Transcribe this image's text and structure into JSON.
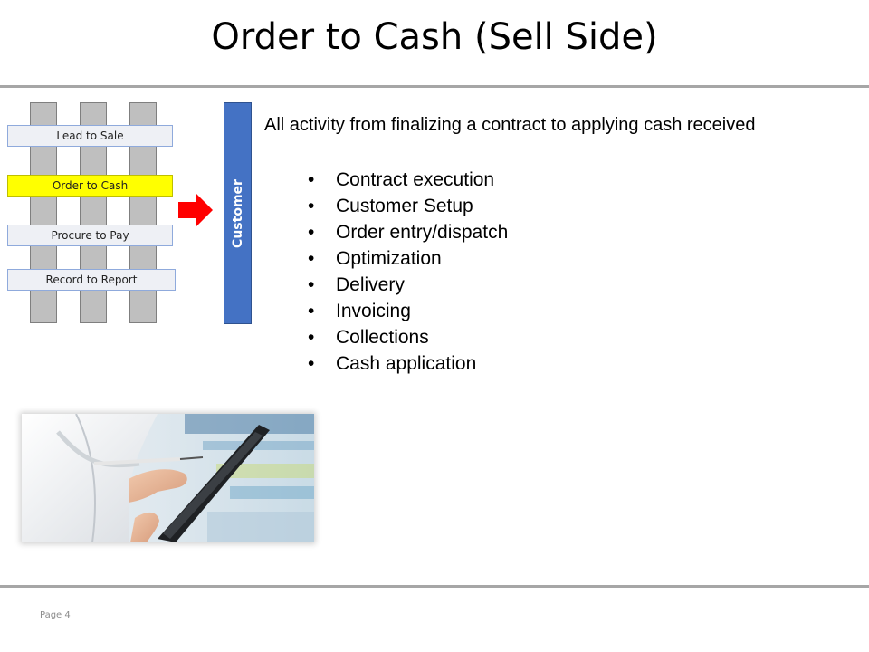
{
  "slide": {
    "title": "Order to Cash (Sell Side)",
    "footer": "Page 4"
  },
  "diagram": {
    "processes": [
      {
        "label": "Lead to Sale",
        "highlighted": false
      },
      {
        "label": "Order to Cash",
        "highlighted": true
      },
      {
        "label": "Procure to Pay",
        "highlighted": false
      },
      {
        "label": "Record to Report",
        "highlighted": false
      }
    ],
    "customer_label": "Customer",
    "highlight_color": "#ffff00",
    "customer_color": "#4472c4",
    "arrow_color": "#ff0000",
    "arrow_icon": "right-arrow-icon"
  },
  "content": {
    "intro": "All activity from finalizing a contract to applying cash received",
    "bullet_glyph": "•",
    "bullets": [
      "Contract execution",
      "Customer Setup",
      "Order entry/dispatch",
      "Optimization",
      "Delivery",
      "Invoicing",
      "Collections",
      "Cash application"
    ]
  }
}
